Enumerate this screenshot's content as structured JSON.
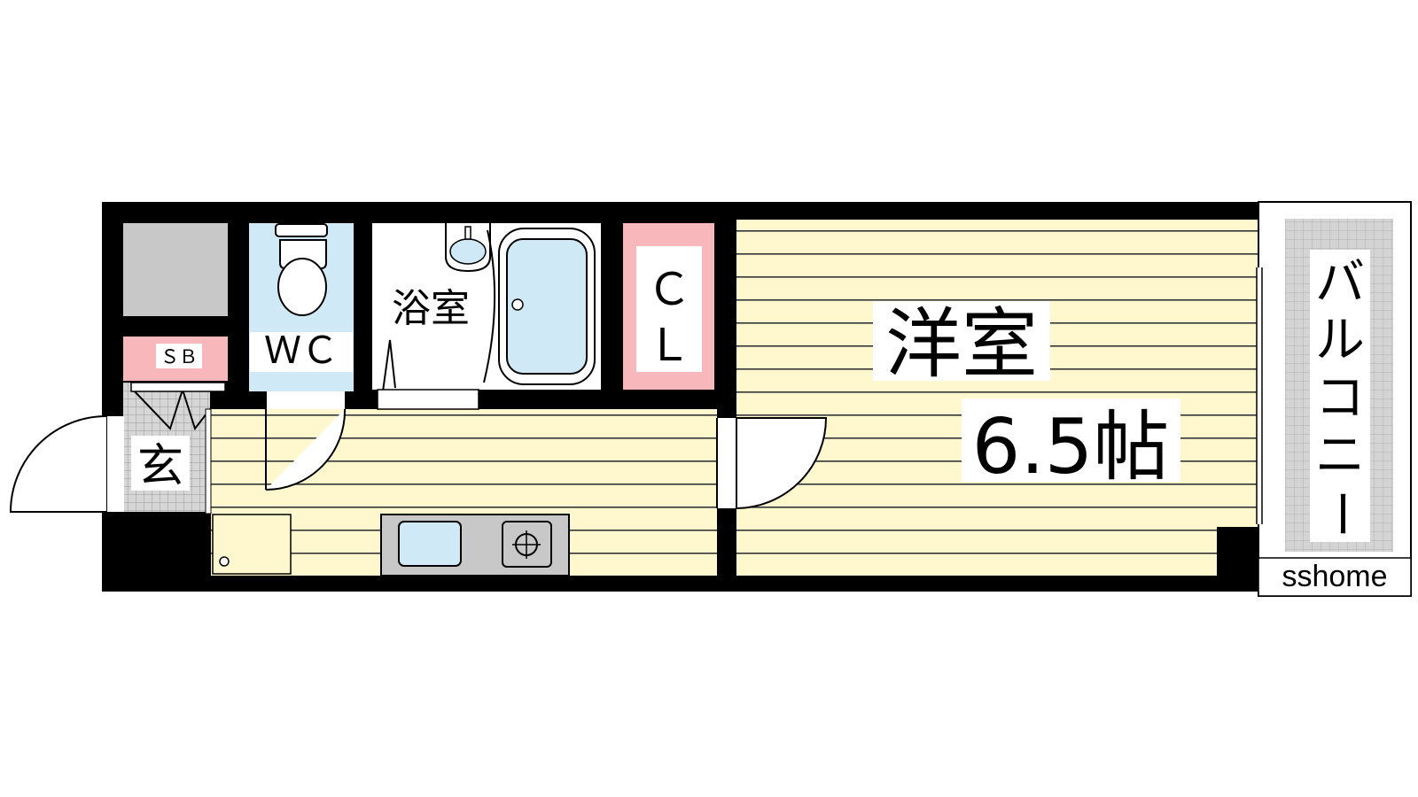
{
  "rooms": {
    "western_room": {
      "name": "洋室",
      "size": "6.5帖"
    },
    "bathroom": "浴室",
    "toilet": "ＷＣ",
    "closet": {
      "line1": "Ｃ",
      "line2": "Ｌ"
    },
    "shoe_box": "ＳＢ",
    "entrance": "玄",
    "balcony": {
      "chars": [
        "バ",
        "ル",
        "コ",
        "ニ",
        "ー"
      ]
    }
  },
  "watermark": "sshome",
  "colors": {
    "wall": "#000000",
    "floor_wood": "#fff8cf",
    "floor_line": "#333333",
    "water_area": "#cfeaf6",
    "closet_pink": "#f7b7bb",
    "storage_gray": "#c8c8c8",
    "balcony_gray": "#d4d4d4"
  },
  "icons": [
    "toilet-icon",
    "bathtub-icon",
    "washbasin-icon",
    "sink-icon",
    "stove-burner-icon",
    "fridge-space-icon"
  ]
}
